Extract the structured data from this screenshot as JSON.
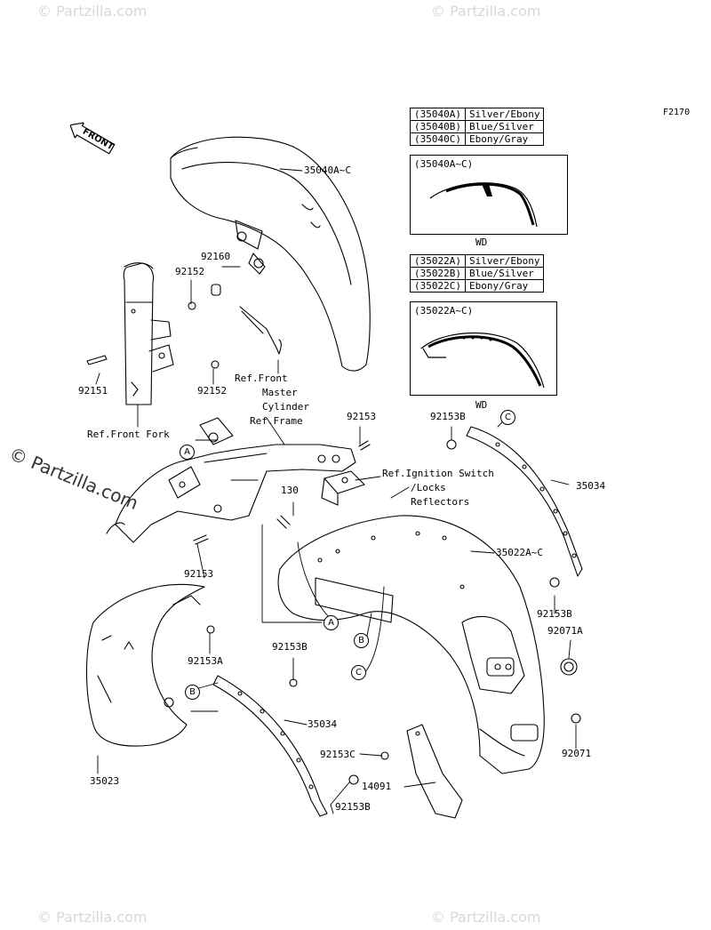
{
  "figure_id": "F2170",
  "watermark": {
    "main": "© Partzilla.com",
    "tile": "© Partzilla.com"
  },
  "front_arrow_label": "FRONT",
  "variants_40": {
    "rows": [
      {
        "code": "(35040A)",
        "color": "Silver/Ebony"
      },
      {
        "code": "(35040B)",
        "color": "Blue/Silver"
      },
      {
        "code": "(35040C)",
        "color": "Ebony/Gray"
      }
    ],
    "inset_title": "(35040A~C)",
    "inset_caption": "WD"
  },
  "variants_22": {
    "rows": [
      {
        "code": "(35022A)",
        "color": "Silver/Ebony"
      },
      {
        "code": "(35022B)",
        "color": "Blue/Silver"
      },
      {
        "code": "(35022C)",
        "color": "Ebony/Gray"
      }
    ],
    "inset_title": "(35022A~C)",
    "inset_caption": "WD"
  },
  "part_labels": {
    "front_fender": "35040A~C",
    "p92160": "92160",
    "p92152_top": "92152",
    "p92151": "92151",
    "p92152_bottom": "92152",
    "ref_front_master": "Ref.Front",
    "ref_master": "Master",
    "ref_cylinder": "Cylinder",
    "ref_frame": "Ref.Frame",
    "ref_front_fork": "Ref.Front Fork",
    "p92153_top": "92153",
    "p92153b_top": "92153B",
    "ref_ignition": "Ref.Ignition Switch",
    "ref_locks": "/Locks",
    "ref_reflectors": "Reflectors",
    "p35034_right": "35034",
    "p130": "130",
    "p35022": "35022A~C",
    "p92153_left": "92153",
    "p92153b_right": "92153B",
    "p92071a": "92071A",
    "p92153a": "92153A",
    "p92153b_mid": "92153B",
    "p35034_bottom": "35034",
    "p92071": "92071",
    "p92153c": "92153C",
    "p35023": "35023",
    "p14091": "14091",
    "p92153b_bottom": "92153B"
  },
  "callouts": {
    "a": "A",
    "b": "B",
    "c": "C"
  }
}
